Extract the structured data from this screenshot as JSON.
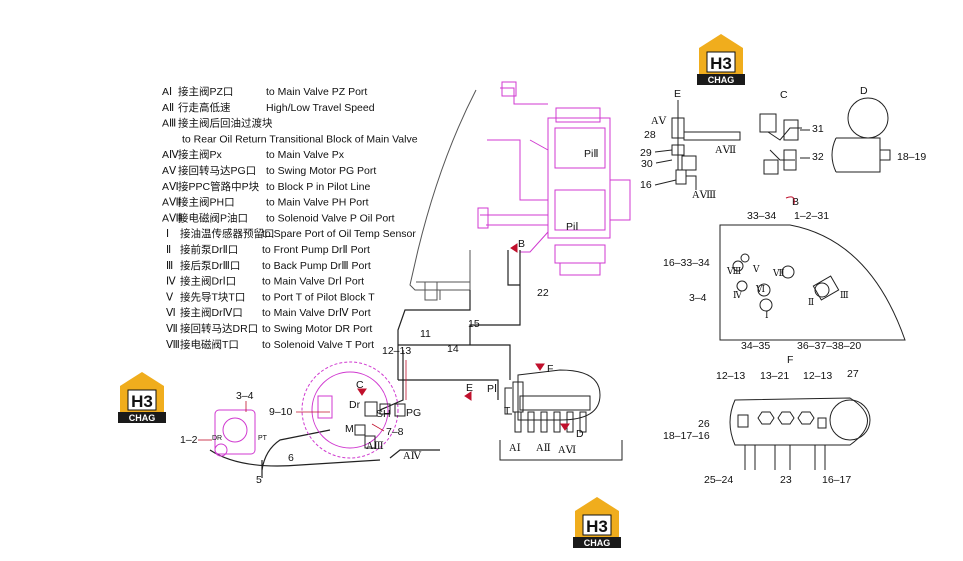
{
  "legend": [
    {
      "code": "AⅠ",
      "cn": "接主阀PZ口",
      "en": "to Main Valve PZ Port"
    },
    {
      "code": "AⅡ",
      "cn": "行走高低速",
      "en": "High/Low Travel Speed"
    },
    {
      "code": "AⅢ",
      "cn": "接主阀后回油过渡块",
      "en": ""
    },
    {
      "code": "",
      "cn": "",
      "en": "to Rear Oil Return Transitional Block of Main Valve"
    },
    {
      "code": "AⅣ",
      "cn": "接主阀Px",
      "en": "to Main Valve Px"
    },
    {
      "code": "AⅤ",
      "cn": "接回转马达PG口",
      "en": "to Swing Motor PG Port"
    },
    {
      "code": "AⅥ",
      "cn": "接PPC管路中P块",
      "en": "to Block P in Pilot Line"
    },
    {
      "code": "AⅦ",
      "cn": "接主阀PH口",
      "en": "to Main Valve PH Port"
    },
    {
      "code": "AⅧ",
      "cn": "接电磁阀P油口",
      "en": "to Solenoid Valve P Oil Port"
    },
    {
      "code": "Ⅰ",
      "cn": "接油温传感器预留口",
      "en": "to Spare Port of Oil Temp Sensor"
    },
    {
      "code": "Ⅱ",
      "cn": "接前泵DrⅡ口",
      "en": "to Front Pump DrⅡ Port"
    },
    {
      "code": "Ⅲ",
      "cn": "接后泵DrⅢ口",
      "en": "to Back Pump DrⅢ Port"
    },
    {
      "code": "Ⅳ",
      "cn": "接主阀DrⅠ口",
      "en": "to Main Valve DrⅠ Port"
    },
    {
      "code": "Ⅴ",
      "cn": "接先导T块T口",
      "en": "to Port T of Pilot Block T"
    },
    {
      "code": "Ⅵ",
      "cn": "接主阀DrⅣ口",
      "en": "to Main Valve DrⅣ Port"
    },
    {
      "code": "Ⅶ",
      "cn": "接回转马达DR口",
      "en": "to Swing Motor DR Port"
    },
    {
      "code": "Ⅷ",
      "cn": "接电磁阀T口",
      "en": "to Solenoid Valve T Port"
    }
  ],
  "logo": {
    "letters": "H3",
    "word": "CHAG"
  },
  "main": {
    "pi2": "PiⅡ",
    "pi1": "PiⅠ",
    "b": "B",
    "n22": "22",
    "n11": "11",
    "n15": "15",
    "n14": "14",
    "n1213": "12–13",
    "c": "C",
    "dr": "Dr",
    "n910": "9–10",
    "sh": "SH",
    "pg": "PG",
    "m": "M",
    "n78": "7–8",
    "a3": "AⅢ",
    "a4": "AⅣ",
    "e": "E",
    "pi": "PⅠ",
    "f": "F",
    "t": "T",
    "d": "D",
    "a1": "AⅠ",
    "a2": "AⅡ",
    "a6": "AⅥ",
    "n34": "3–4",
    "n12": "1–2",
    "drsmall": "DR",
    "pt": "PT",
    "n6": "6",
    "n5": "5"
  },
  "detailE": {
    "title": "E",
    "a5": "AⅤ",
    "n28": "28",
    "n29": "29",
    "n30": "30",
    "n16": "16",
    "a7": "AⅦ",
    "a8": "AⅧ"
  },
  "detailC": {
    "title": "C",
    "n31": "31",
    "n32": "32"
  },
  "detailD": {
    "title": "D",
    "n1819": "18–19"
  },
  "detailB": {
    "title": "B",
    "n3334": "33–34",
    "n1231": "1–2–31",
    "n163334": "16–33–34",
    "r8": "Ⅷ",
    "r5": "Ⅴ",
    "r7": "Ⅶ",
    "r4": "Ⅳ",
    "r6": "Ⅵ",
    "r1": "Ⅰ",
    "r2": "Ⅱ",
    "r3": "Ⅲ",
    "n34": "3–4",
    "n3435": "34–35",
    "n36": "36–37–38–20"
  },
  "detailF": {
    "title": "F",
    "n1213a": "12–13",
    "n1321": "13–21",
    "n1213b": "12–13",
    "n27": "27",
    "n26": "26",
    "n181716": "18–17–16",
    "n2524": "25–24",
    "n23": "23",
    "n1617": "16–17"
  }
}
